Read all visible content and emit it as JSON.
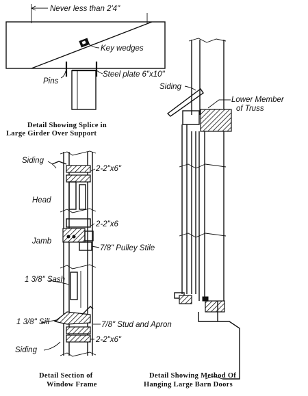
{
  "splice_detail": {
    "dimension": "Never less than 2'4\"",
    "key_wedges": "Key wedges",
    "steel_plate": "Steel plate 6\"x10\"",
    "pins": "Pins",
    "caption_line1": "Detail Showing Splice in",
    "caption_line2": "Large Girder Over Support"
  },
  "window_detail": {
    "siding_top": "Siding",
    "member_top": "2-2\"x6\"",
    "head": "Head",
    "member_mid": "2-2\"x6",
    "jamb": "Jamb",
    "pulley_stile": "7/8\" Pulley Stile",
    "sash": "1 3/8\" Sash",
    "sill": "1 3/8\" Sill",
    "stud_apron": "7/8\" Stud and Apron",
    "member_bottom": "2-2\"x6\"",
    "siding_bottom": "Siding",
    "caption_line1": "Detail Section of",
    "caption_line2": "Window Frame"
  },
  "barn_door_detail": {
    "siding": "Siding",
    "lower_member": "Lower Member",
    "of_truss": "of Truss",
    "caption_line1": "Detail Showing Method Of",
    "caption_line2": "Hanging Large Barn Doors"
  }
}
